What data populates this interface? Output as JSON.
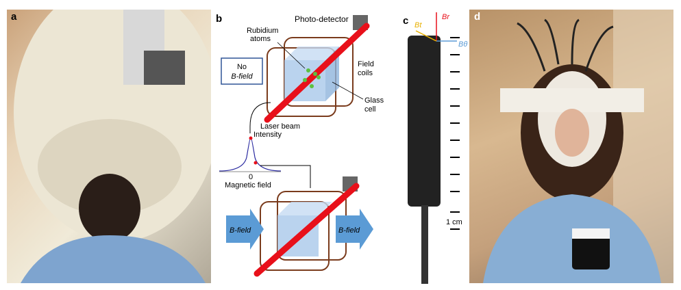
{
  "panels": {
    "a": {
      "label": "a"
    },
    "b": {
      "label": "b",
      "photo_detector": "Photo-detector",
      "rubidium_1": "Rubidium",
      "rubidium_2": "atoms",
      "no_field_1": "No",
      "no_field_2": "B-field",
      "field_coils_1": "Field",
      "field_coils_2": "coils",
      "glass_cell_1": "Glass",
      "glass_cell_2": "cell",
      "laser_beam": "Laser beam",
      "intensity": "Intensity",
      "zero": "0",
      "magnetic_field": "Magnetic field",
      "b_field_left": "B-field",
      "b_field_right": "B-field"
    },
    "c": {
      "label": "c",
      "axis_r": "Br",
      "axis_t": "Bt",
      "axis_theta": "Bθ",
      "scale": "1 cm"
    },
    "d": {
      "label": "d"
    }
  },
  "colors": {
    "laser": "#e8101a",
    "coil": "#7a3b1c",
    "cell": "#a9c8ea",
    "arrow_fill": "#5b9bd5",
    "lorentzian": "#2a2aa0",
    "br": "#e8101a",
    "bt": "#e8b000",
    "btheta": "#5b9bd5"
  }
}
